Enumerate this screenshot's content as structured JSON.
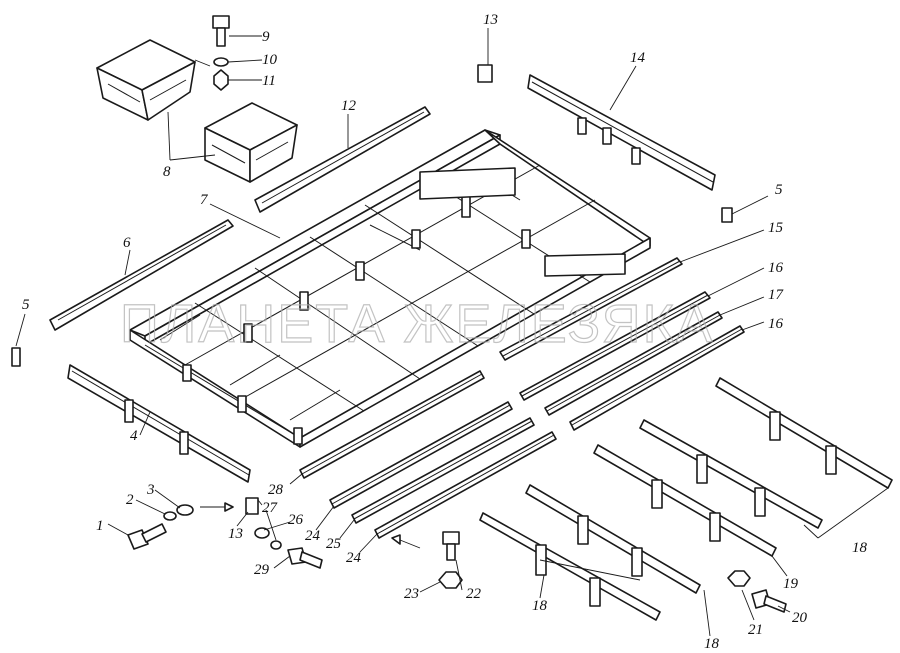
{
  "watermark": "ПЛАНЕТА ЖЕЛЕЗЯКА",
  "labels": {
    "l1": "1",
    "l2": "2",
    "l3": "3",
    "l4": "4",
    "l5a": "5",
    "l5b": "5",
    "l6": "6",
    "l7": "7",
    "l8": "8",
    "l9": "9",
    "l10": "10",
    "l11": "11",
    "l12": "12",
    "l13a": "13",
    "l13b": "13",
    "l14": "14",
    "l15": "15",
    "l16a": "16",
    "l16b": "16",
    "l17": "17",
    "l18a": "18",
    "l18b": "18",
    "l18c": "18",
    "l19": "19",
    "l20": "20",
    "l21": "21",
    "l22": "22",
    "l23": "23",
    "l24a": "24",
    "l24b": "24",
    "l25": "25",
    "l26": "26",
    "l27": "27",
    "l28": "28",
    "l29": "29"
  }
}
